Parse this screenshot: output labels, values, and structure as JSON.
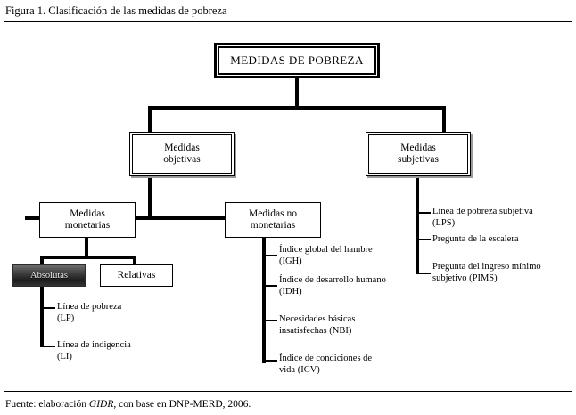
{
  "figure": {
    "caption": "Figura 1. Clasificación de las medidas de pobreza",
    "source_prefix": "Fuente: elaboración ",
    "source_italic": "GIDR",
    "source_suffix": ", con base en DNP-MERD, 2006."
  },
  "diagram": {
    "type": "tree",
    "root": {
      "label": "MEDIDAS DE POBREZA"
    },
    "level2": [
      {
        "id": "objetivas",
        "label": "Medidas\nobjetivas"
      },
      {
        "id": "subjetivas",
        "label": "Medidas\nsubjetivas"
      }
    ],
    "level3": [
      {
        "id": "monetarias",
        "label": "Medidas\nmonetarias",
        "parent": "objetivas"
      },
      {
        "id": "no-monetarias",
        "label": "Medidas no\nmonetarias",
        "parent": "objetivas"
      }
    ],
    "level4": [
      {
        "id": "absolutas",
        "label": "Absolutas",
        "parent": "monetarias",
        "shaded": true
      },
      {
        "id": "relativas",
        "label": "Relativas",
        "parent": "monetarias",
        "shaded": false
      }
    ],
    "leaves_absolutas": [
      {
        "label": "Línea de pobreza\n(LP)"
      },
      {
        "label": "Línea de indigencia\n(LI)"
      }
    ],
    "leaves_no_monetarias": [
      {
        "label": "Índice global del hambre\n(IGH)"
      },
      {
        "label": "Índice de desarrollo humano\n(IDH)"
      },
      {
        "label": "Necesidades básicas\ninsatisfechas (NBI)"
      },
      {
        "label": "Índice de condiciones de\nvida (ICV)"
      }
    ],
    "leaves_subjetivas": [
      {
        "label": "Línea de pobreza subjetiva\n(LPS)"
      },
      {
        "label": "Pregunta de la escalera"
      },
      {
        "label": "Pregunta del ingreso mínimo\nsubjetivo (PIMS)"
      }
    ],
    "colors": {
      "line": "#000000",
      "box_fill": "#ffffff",
      "shadow": "#9a9a9a",
      "shaded_box_text": "#e8e8e8"
    }
  }
}
